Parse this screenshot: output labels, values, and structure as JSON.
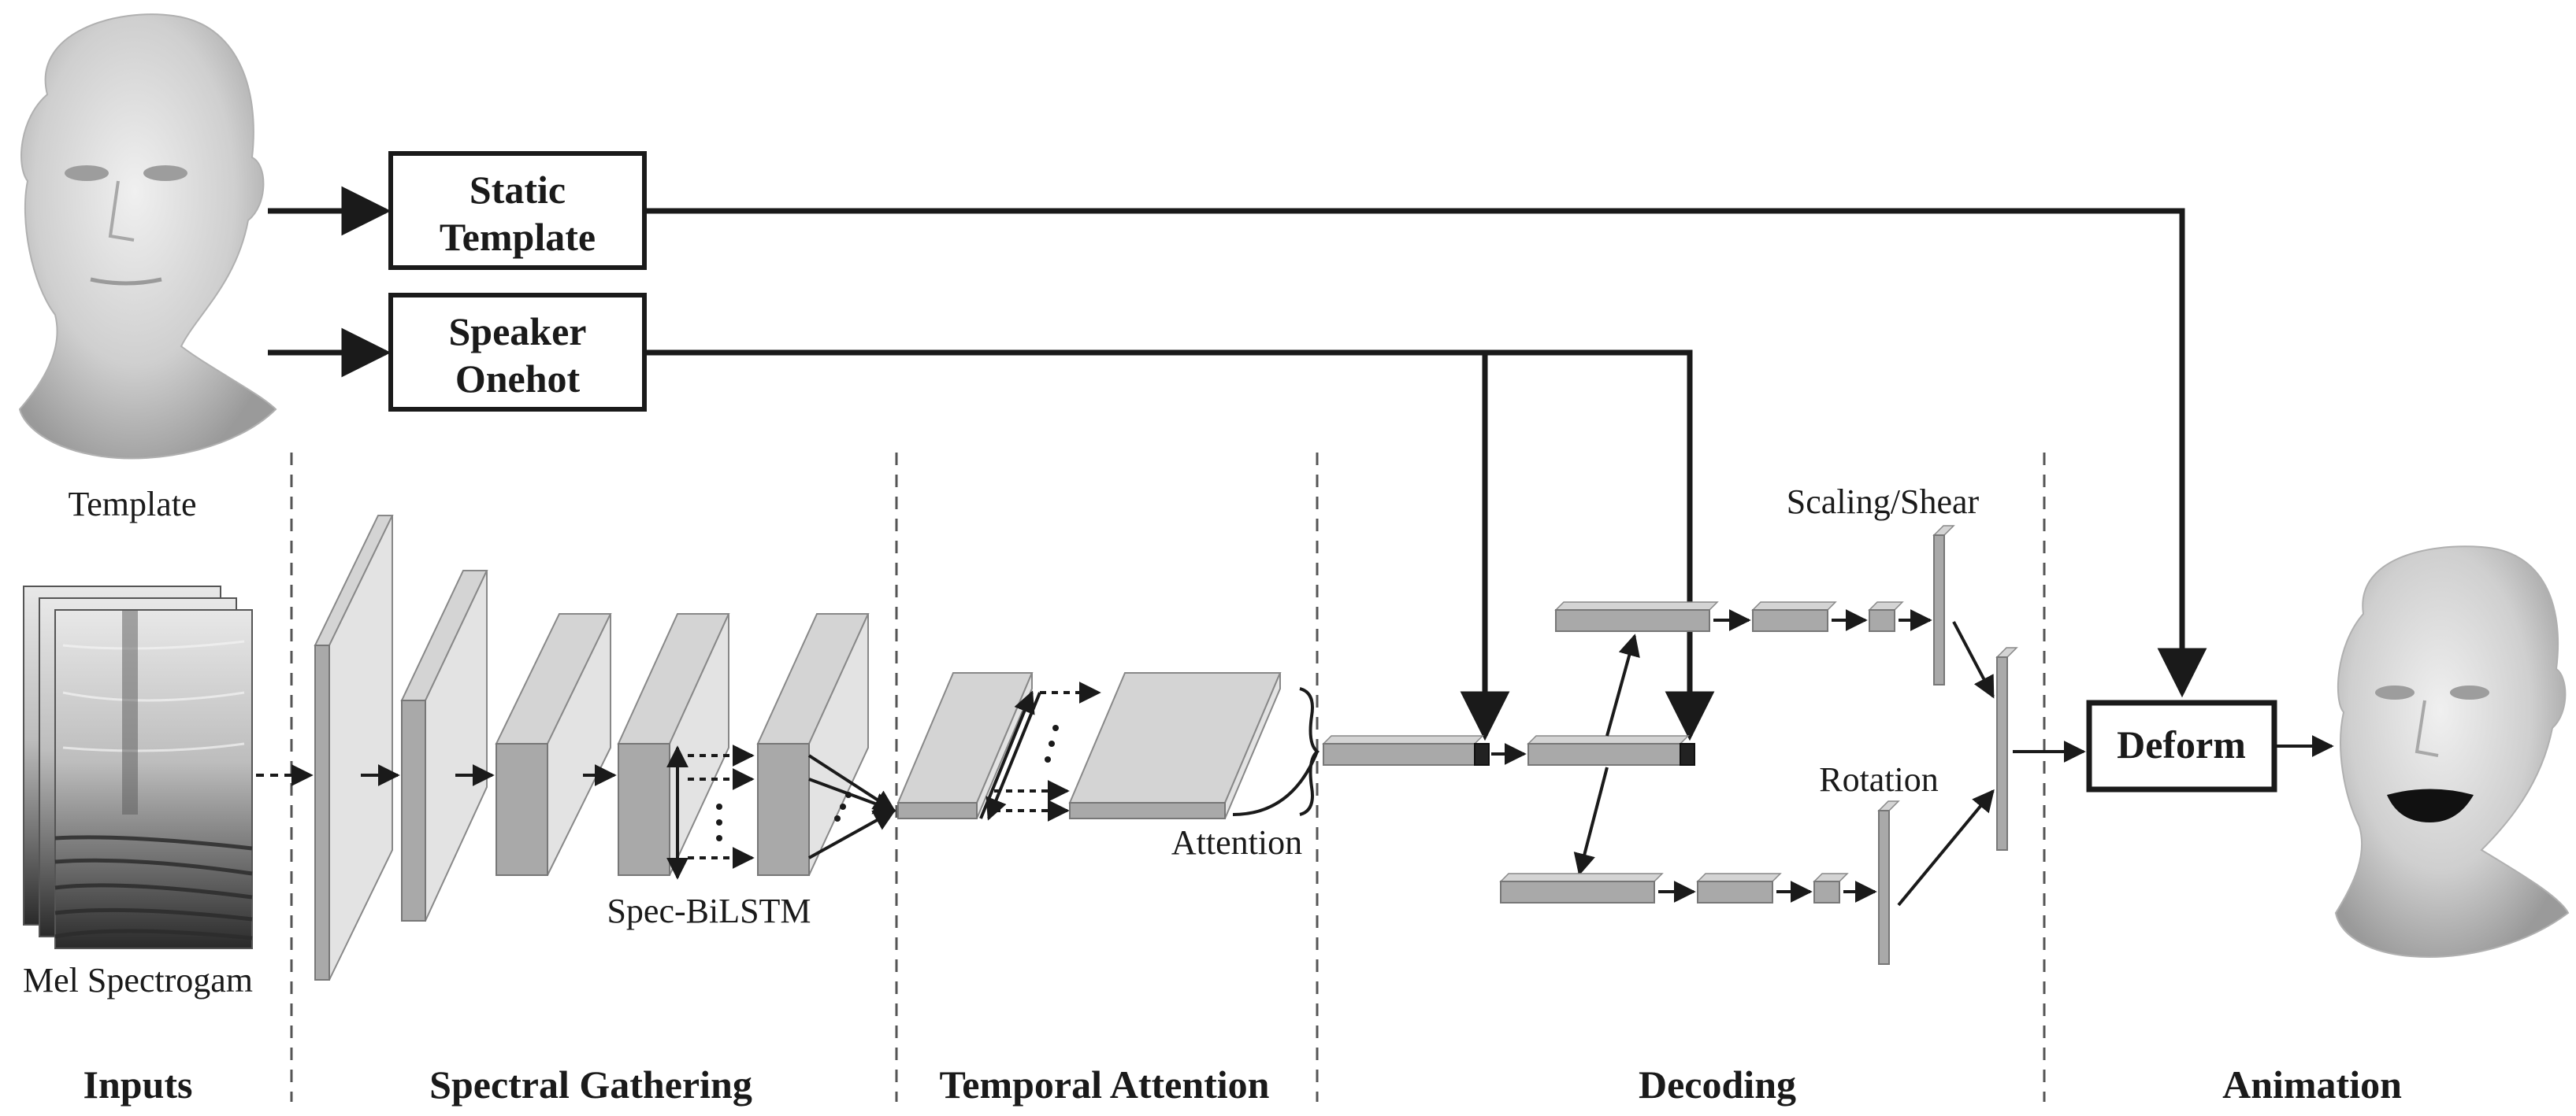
{
  "template_box": {
    "line1": "Static",
    "line2": "Template"
  },
  "speaker_box": {
    "line1": "Speaker",
    "line2": "Onehot"
  },
  "deform_box": {
    "label": "Deform"
  },
  "labels": {
    "template": "Template",
    "mel": "Mel Spectrogam",
    "spec_bilstm": "Spec-BiLSTM",
    "attention": "Attention",
    "scaling_shear": "Scaling/Shear",
    "rotation": "Rotation"
  },
  "sections": {
    "inputs": "Inputs",
    "spectral": "Spectral Gathering",
    "temporal": "Temporal Attention",
    "decoding": "Decoding",
    "animation": "Animation"
  },
  "colors": {
    "block_face": "#a9a9a9",
    "block_top": "#d4d4d4",
    "block_side": "#bdbdbd",
    "line": "#1a1a1a"
  }
}
